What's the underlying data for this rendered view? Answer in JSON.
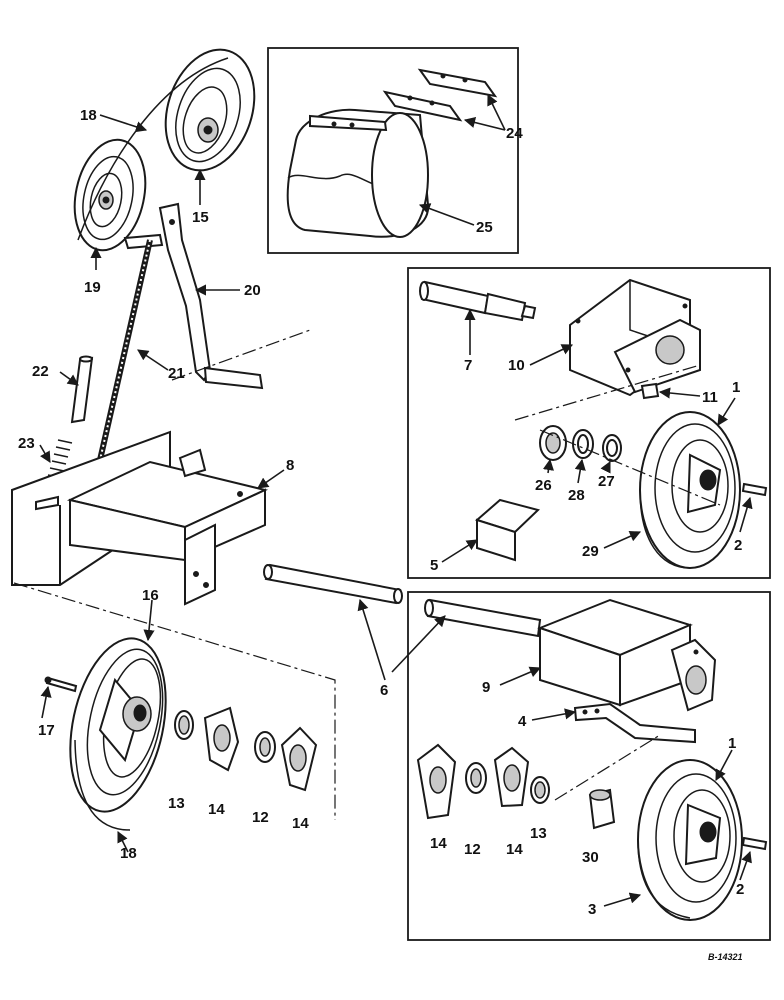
{
  "figure_number": "B-14321",
  "callouts": {
    "c1a": "1",
    "c1b": "1",
    "c2a": "2",
    "c2b": "2",
    "c3": "3",
    "c4": "4",
    "c5": "5",
    "c6": "6",
    "c7": "7",
    "c8": "8",
    "c9": "9",
    "c10": "10",
    "c11": "11",
    "c12a": "12",
    "c12b": "12",
    "c13a": "13",
    "c13b": "13",
    "c14a": "14",
    "c14b": "14",
    "c14c": "14",
    "c14d": "14",
    "c15": "15",
    "c16": "16",
    "c17": "17",
    "c18a": "18",
    "c18b": "18",
    "c19": "19",
    "c20": "20",
    "c21": "21",
    "c22": "22",
    "c23": "23",
    "c24": "24",
    "c25": "25",
    "c26": "26",
    "c27": "27",
    "c28": "28",
    "c29": "29",
    "c30": "30"
  }
}
